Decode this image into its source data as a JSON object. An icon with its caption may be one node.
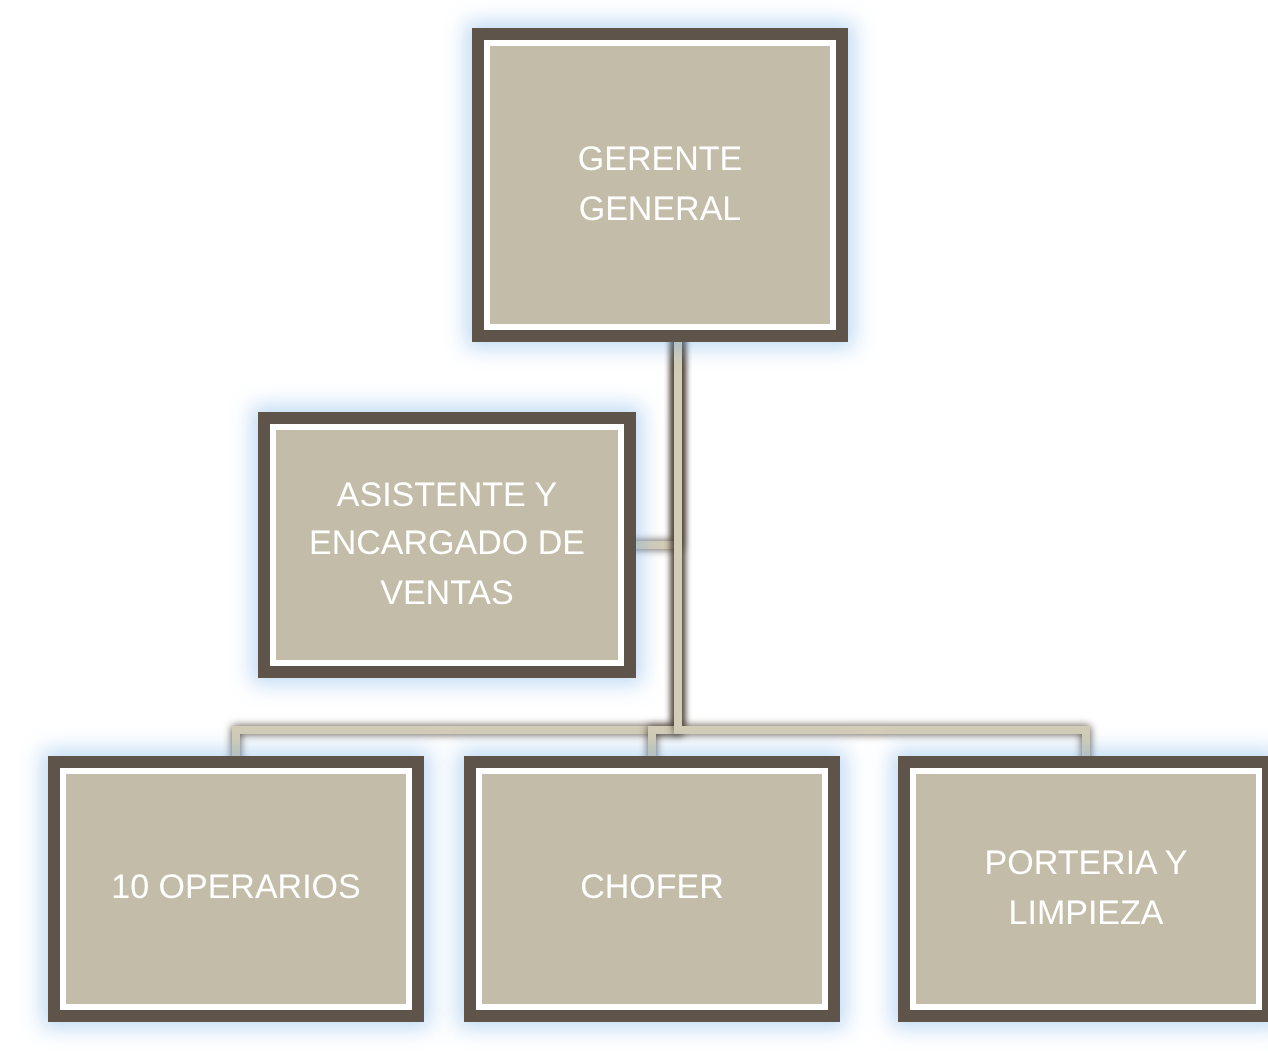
{
  "diagram": {
    "nodes": [
      {
        "text": [
          "GERENTE GENERAL"
        ]
      },
      {
        "text": [
          "ASISTENTE Y ENCARGADO DE VENTAS"
        ]
      },
      {
        "text": [
          "10 OPERARIOS"
        ]
      },
      {
        "text": [
          "CHOFER"
        ]
      },
      {
        "text": [
          "PORTERIA Y LIMPIEZA"
        ]
      }
    ],
    "edges": [
      {
        "from": 0,
        "to": 1,
        "arrow": "none"
      },
      {
        "from": 0,
        "to": 2,
        "arrow": "none"
      },
      {
        "from": 0,
        "to": 3,
        "arrow": "none"
      },
      {
        "from": 0,
        "to": 4,
        "arrow": "none"
      }
    ]
  }
}
